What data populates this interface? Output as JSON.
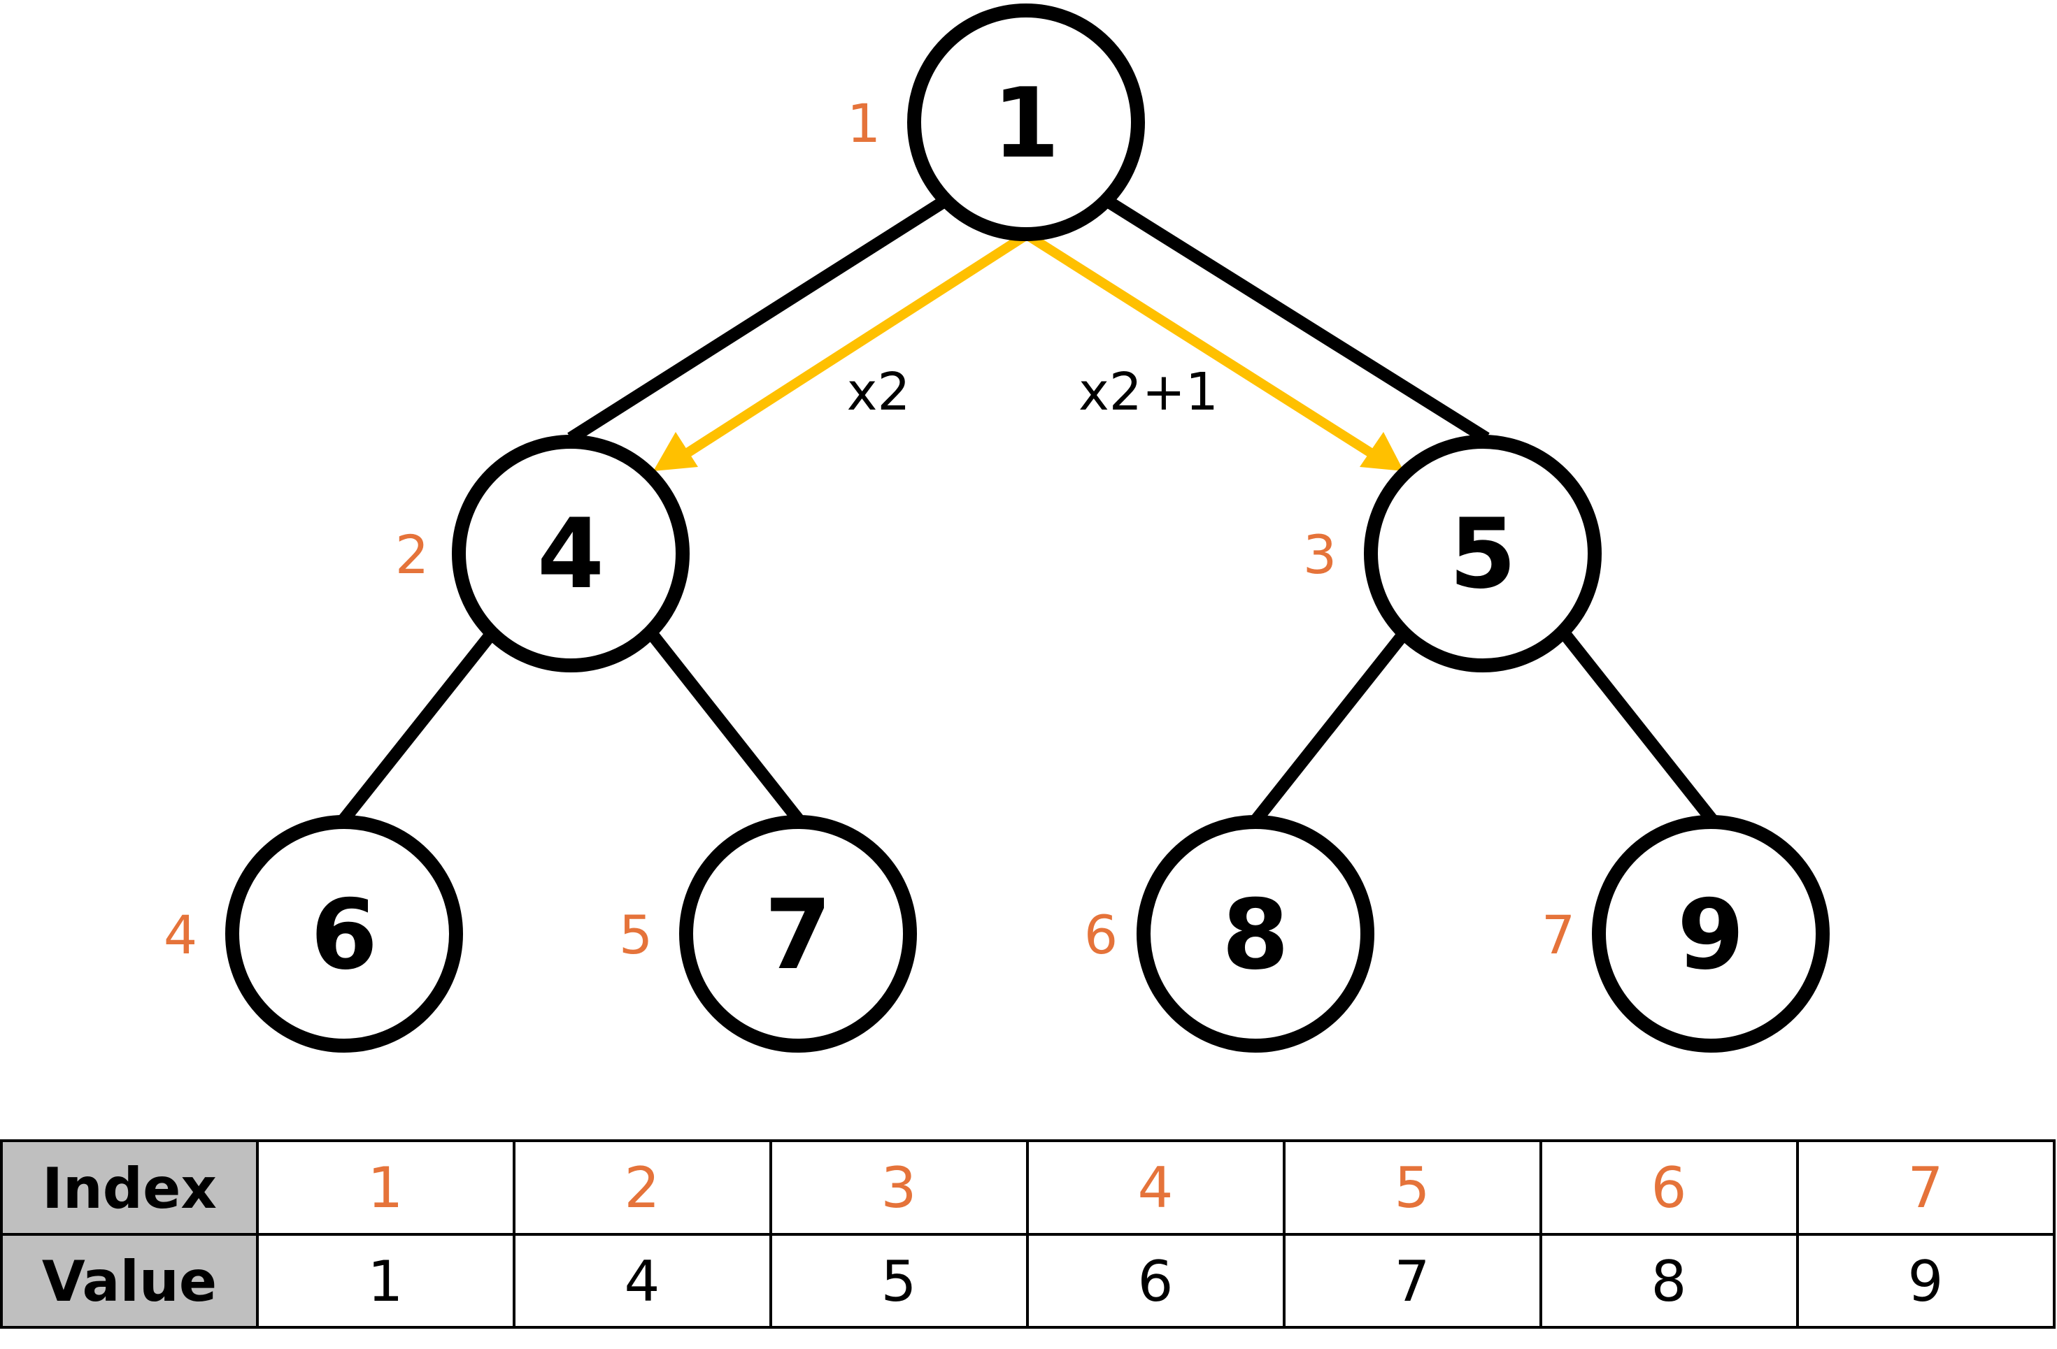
{
  "tree": {
    "nodes": [
      {
        "value": "1",
        "index": "1"
      },
      {
        "value": "4",
        "index": "2"
      },
      {
        "value": "5",
        "index": "3"
      },
      {
        "value": "6",
        "index": "4"
      },
      {
        "value": "7",
        "index": "5"
      },
      {
        "value": "8",
        "index": "6"
      },
      {
        "value": "9",
        "index": "7"
      }
    ],
    "arrows": {
      "left_label": "x2",
      "right_label": "x2+1"
    }
  },
  "table": {
    "index_header": "Index",
    "value_header": "Value",
    "index_cells": [
      "1",
      "2",
      "3",
      "4",
      "5",
      "6",
      "7"
    ],
    "value_cells": [
      "1",
      "4",
      "5",
      "6",
      "7",
      "8",
      "9"
    ]
  },
  "colors": {
    "index_color": "#E5733A",
    "arrow_color": "#FFC000",
    "header_fill": "#BFBFBF",
    "line_color": "#000000"
  }
}
